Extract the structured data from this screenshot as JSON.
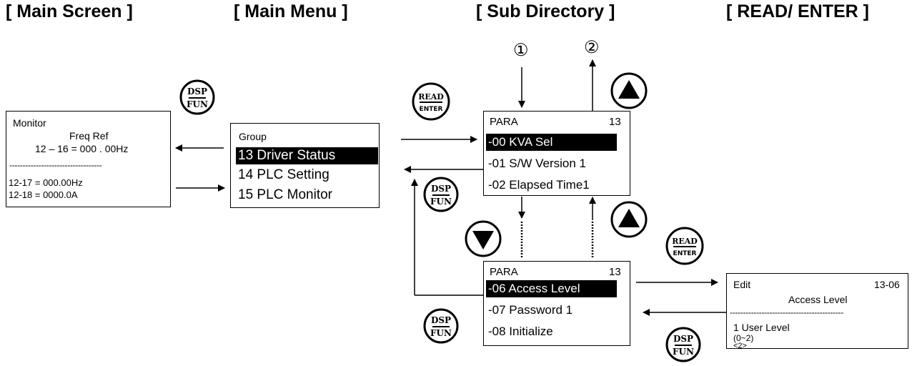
{
  "titles": {
    "main_screen": "[ Main Screen ]",
    "main_menu": "[ Main Menu ]",
    "sub_directory": "[ Sub Directory ]",
    "read_enter": "[ READ/ ENTER ]"
  },
  "monitor_panel": {
    "header": "Monitor",
    "freq_label": "Freq  Ref",
    "freq_value": "12  –  16 = 000 . 00Hz",
    "divider": "-----------------------------------",
    "line1": "12-17 = 000.00Hz",
    "line2": "12-18 = 0000.0A"
  },
  "group_panel": {
    "header": "Group",
    "items": [
      "13 Driver Status",
      "14 PLC Setting",
      "15 PLC Monitor"
    ]
  },
  "para_panel_top": {
    "header": "PARA",
    "group_no": "13",
    "items": [
      "-00 KVA Sel",
      "-01  S/W Version 1",
      "-02 Elapsed Time1"
    ]
  },
  "para_panel_bottom": {
    "header": "PARA",
    "group_no": "13",
    "items": [
      "-06 Access Level",
      "-07 Password 1",
      "-08 Initialize"
    ]
  },
  "edit_panel": {
    "header": "Edit",
    "param_no": "13-06",
    "param_name": "Access Level",
    "divider": "-------------------------------------------",
    "value_line": "1  User Level",
    "range": "(0~2)",
    "default": "<2>"
  },
  "keys": {
    "dsp_top": "DSP",
    "dsp_bottom": "FUN",
    "read_top": "READ",
    "read_bottom": "ENTER"
  },
  "markers": [
    "①",
    "②"
  ]
}
